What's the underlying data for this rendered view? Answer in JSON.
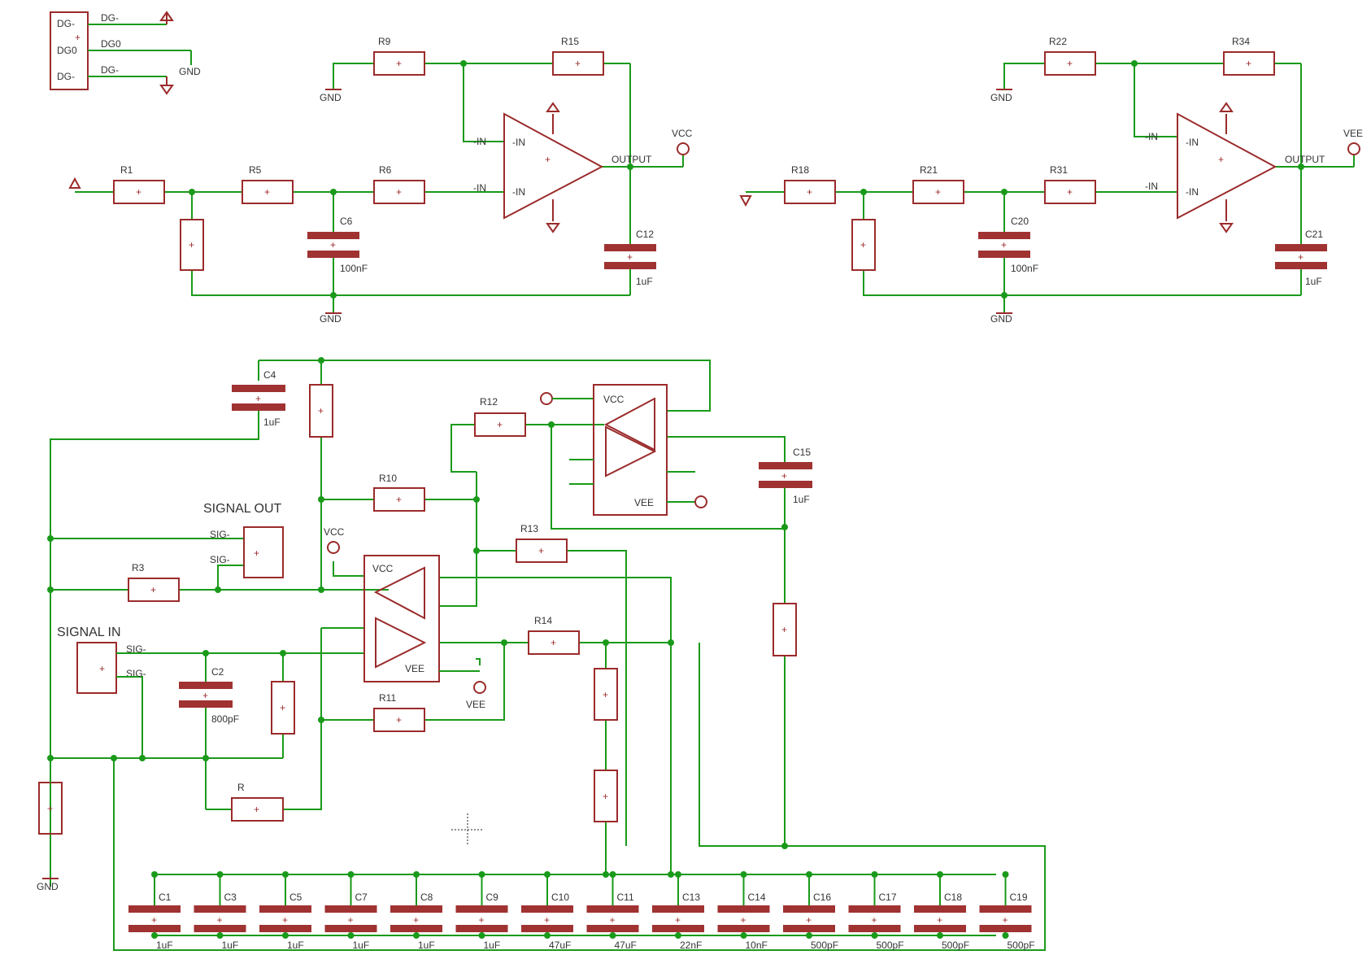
{
  "schematic": {
    "labels": {
      "gnd": "GND",
      "vcc": "VCC",
      "vee": "VEE",
      "signal_out": "SIGNAL OUT",
      "signal_in": "SIGNAL IN",
      "sig_minus": "SIG-",
      "output": "OUTPUT",
      "minus_in": "-IN",
      "dg_minus": "DG-",
      "dg0": "DG0"
    },
    "filter_left": {
      "r_in": "R1",
      "r_mid": "R5",
      "r_out": "R6",
      "r_fb_a": "R9",
      "r_fb_b": "R15",
      "c_mid": "C6",
      "c_mid_val": "100nF",
      "c_out": "C12",
      "c_out_val": "1uF"
    },
    "filter_right": {
      "r_in": "R18",
      "r_mid": "R21",
      "r_out": "R31",
      "r_fb_a": "R22",
      "r_fb_b": "R34",
      "c_mid": "C20",
      "c_mid_val": "100nF",
      "c_out": "C21",
      "c_out_val": "1uF"
    },
    "lower": {
      "c4": "C4",
      "c4_val": "1uF",
      "r12": "R12",
      "r10": "R10",
      "r13": "R13",
      "r3": "R3",
      "r14": "R14",
      "r11": "R11",
      "r_bottom": "R",
      "c2": "C2",
      "c2_val": "800pF",
      "c15": "C15",
      "c15_val": "1uF"
    },
    "cap_bank": [
      {
        "name": "C1",
        "value": "1uF"
      },
      {
        "name": "C3",
        "value": "1uF"
      },
      {
        "name": "C5",
        "value": "1uF"
      },
      {
        "name": "C7",
        "value": "1uF"
      },
      {
        "name": "C8",
        "value": "1uF"
      },
      {
        "name": "C9",
        "value": "1uF"
      },
      {
        "name": "C10",
        "value": "47uF"
      },
      {
        "name": "C11",
        "value": "47uF"
      },
      {
        "name": "C13",
        "value": "22nF"
      },
      {
        "name": "C14",
        "value": "10nF"
      },
      {
        "name": "C16",
        "value": "500pF"
      },
      {
        "name": "C17",
        "value": "500pF"
      },
      {
        "name": "C18",
        "value": "500pF"
      },
      {
        "name": "C19",
        "value": "500pF"
      }
    ],
    "colors": {
      "wire": "#1a9a1a",
      "part": "#9b2b2b",
      "text": "#333333"
    }
  }
}
